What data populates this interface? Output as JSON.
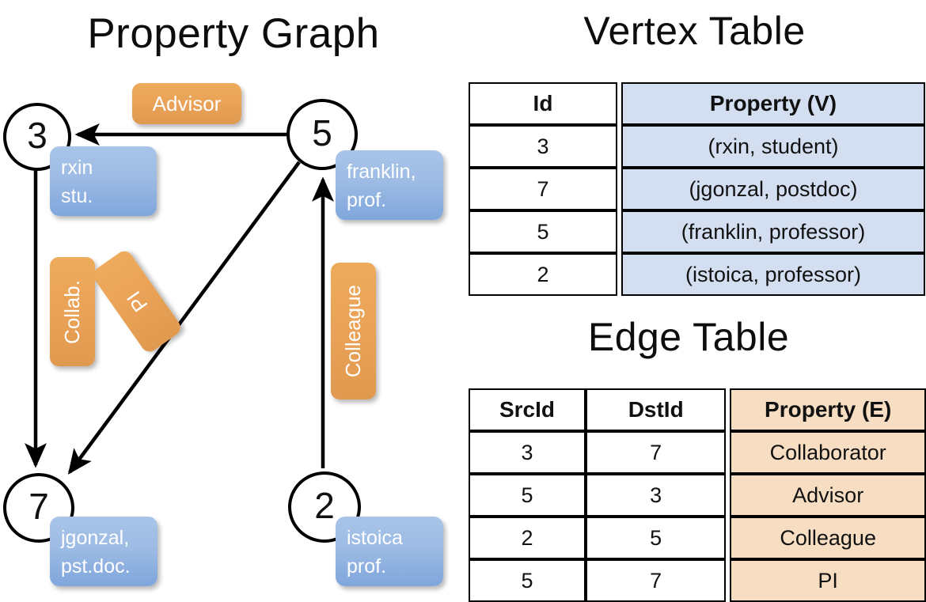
{
  "titles": {
    "graph": "Property Graph",
    "vertex_table": "Vertex Table",
    "edge_table": "Edge Table"
  },
  "graph": {
    "vertices": [
      {
        "id": "3",
        "property_lines": [
          "rxin",
          "stu."
        ]
      },
      {
        "id": "5",
        "property_lines": [
          "franklin,",
          "prof."
        ]
      },
      {
        "id": "7",
        "property_lines": [
          "jgonzal,",
          "pst.doc."
        ]
      },
      {
        "id": "2",
        "property_lines": [
          "istoica",
          "prof."
        ]
      }
    ],
    "edge_labels": {
      "advisor": "Advisor",
      "collab": "Collab.",
      "pi": "PI",
      "colleague": "Colleague"
    },
    "colors": {
      "vertex_box": "#9dbbe4",
      "edge_label_box": "#e9a257",
      "node_stroke": "#000000",
      "edge_stroke": "#000000"
    }
  },
  "vertex_table": {
    "headers": [
      "Id",
      "Property (V)"
    ],
    "rows": [
      {
        "id": "3",
        "property": "(rxin, student)"
      },
      {
        "id": "7",
        "property": "(jgonzal, postdoc)"
      },
      {
        "id": "5",
        "property": "(franklin, professor)"
      },
      {
        "id": "2",
        "property": "(istoica, professor)"
      }
    ],
    "accent": "#d3dff1"
  },
  "edge_table": {
    "headers": [
      "SrcId",
      "DstId",
      "Property (E)"
    ],
    "rows": [
      {
        "src": "3",
        "dst": "7",
        "property": "Collaborator"
      },
      {
        "src": "5",
        "dst": "3",
        "property": "Advisor"
      },
      {
        "src": "2",
        "dst": "5",
        "property": "Colleague"
      },
      {
        "src": "5",
        "dst": "7",
        "property": "PI"
      }
    ],
    "accent": "#f7ddc2"
  }
}
